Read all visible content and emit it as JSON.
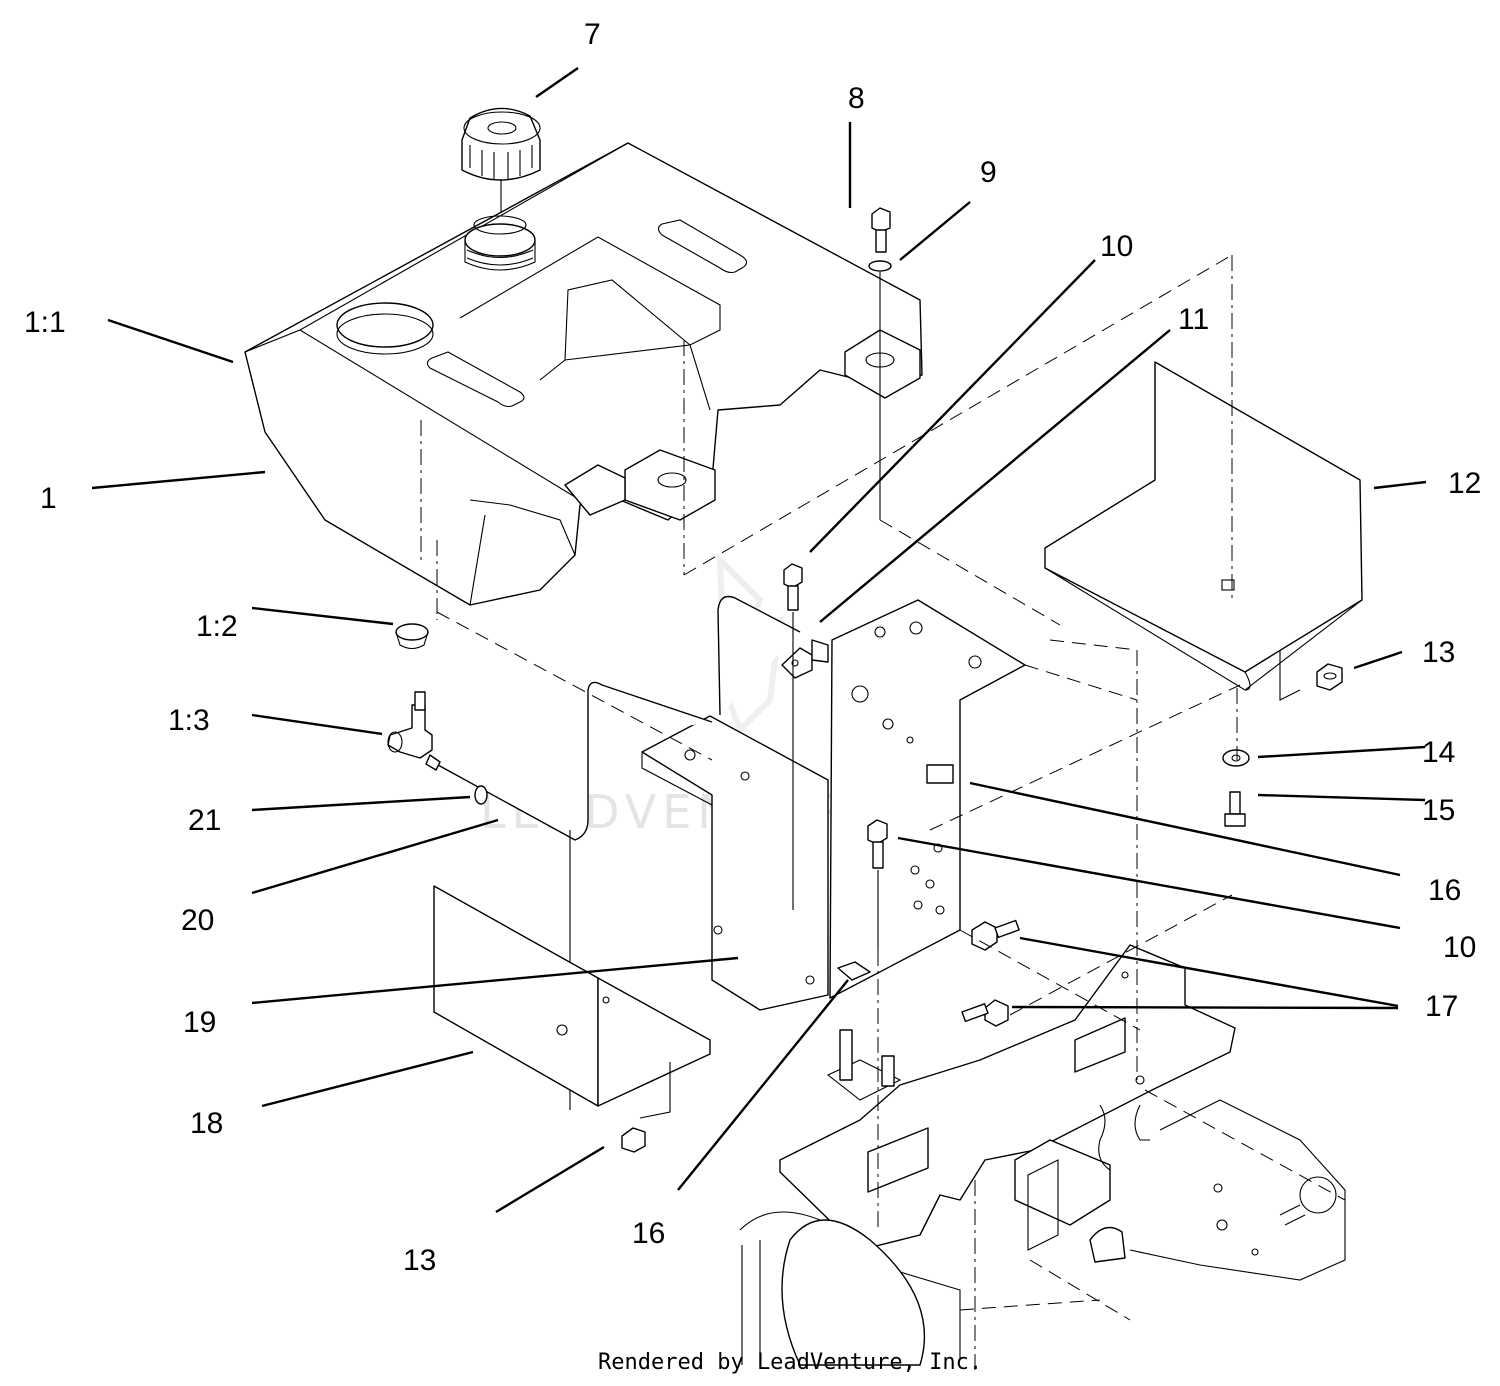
{
  "watermark": "LEADVENTURE",
  "footer": "Rendered by LeadVenture, Inc.",
  "callouts": {
    "c7": "7",
    "c8": "8",
    "c9": "9",
    "c10a": "10",
    "c11": "11",
    "c1_1": "1:1",
    "c12": "12",
    "c1": "1",
    "c1_2": "1:2",
    "c13a": "13",
    "c1_3": "1:3",
    "c14": "14",
    "c21": "21",
    "c15": "15",
    "c16a": "16",
    "c20": "20",
    "c10b": "10",
    "c17": "17",
    "c19": "19",
    "c18": "18",
    "c16b": "16",
    "c13b": "13"
  }
}
